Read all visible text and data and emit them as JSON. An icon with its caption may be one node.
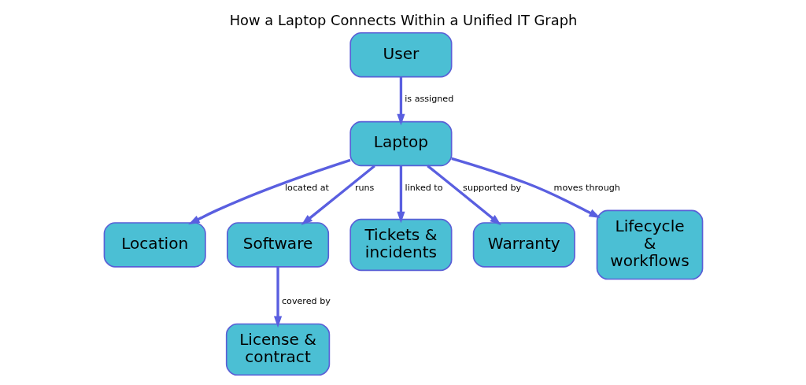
{
  "diagram": {
    "title": "How a Laptop Connects Within a Unified IT Graph",
    "nodes": [
      {
        "text": [
          "User"
        ]
      },
      {
        "text": [
          "Laptop"
        ]
      },
      {
        "text": [
          "Location"
        ]
      },
      {
        "text": [
          "Software"
        ]
      },
      {
        "text": [
          "Tickets & incidents"
        ]
      },
      {
        "text": [
          "Warranty"
        ]
      },
      {
        "text": [
          "Lifecycle & workflows"
        ]
      },
      {
        "text": [
          "License & contract"
        ]
      }
    ],
    "edges": [
      {
        "from": 0,
        "to": 1,
        "arrow": "to",
        "label": "is assigned"
      },
      {
        "from": 1,
        "to": 2,
        "arrow": "to",
        "label": "located at"
      },
      {
        "from": 1,
        "to": 3,
        "arrow": "to",
        "label": "runs"
      },
      {
        "from": 1,
        "to": 4,
        "arrow": "to",
        "label": "linked to"
      },
      {
        "from": 1,
        "to": 5,
        "arrow": "to",
        "label": "supported by"
      },
      {
        "from": 1,
        "to": 6,
        "arrow": "to",
        "label": "moves through"
      },
      {
        "from": 3,
        "to": 7,
        "arrow": "to",
        "label": "covered by"
      }
    ]
  }
}
